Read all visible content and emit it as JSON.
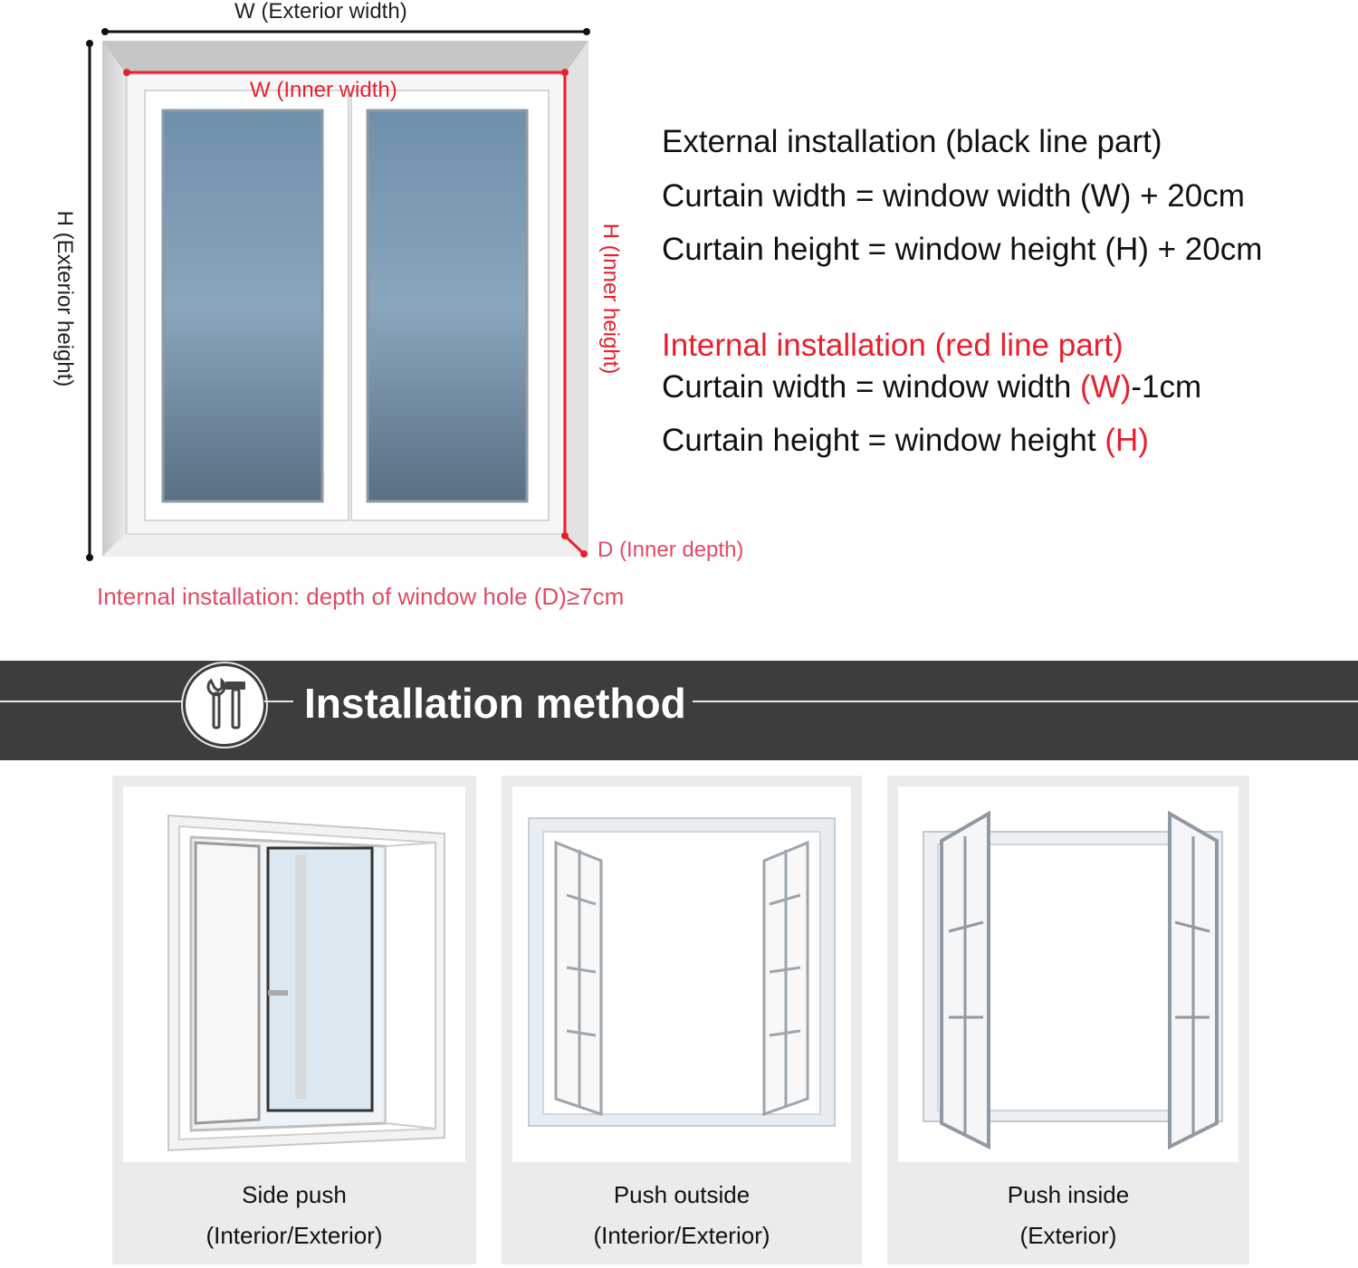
{
  "diagram": {
    "exterior_width": "W (Exterior width)",
    "inner_width": "W (Inner width)",
    "exterior_height": "H (Exterior height)",
    "inner_height": "H (Inner height)",
    "inner_depth": "D (Inner depth)",
    "depth_note": "Internal installation: depth of window hole (D)≥7cm"
  },
  "external": {
    "heading": "External installation (black line part)",
    "width_formula": "Curtain width = window width (W) + 20cm",
    "height_formula": "Curtain height = window height (H) + 20cm"
  },
  "internal": {
    "heading": "Internal installation (red line part)",
    "width_prefix": "Curtain width = window width ",
    "width_red": "(W)",
    "width_suffix": "-1cm",
    "height_prefix": "Curtain height = window height ",
    "height_red": "(H)"
  },
  "banner": {
    "title": "Installation method",
    "icon": "tools-icon"
  },
  "methods": [
    {
      "name": "Side push",
      "note": "(Interior/Exterior)",
      "icon": "sliding-window-icon"
    },
    {
      "name": "Push outside",
      "note": "(Interior/Exterior)",
      "icon": "outward-casement-window-icon"
    },
    {
      "name": "Push inside",
      "note": "(Exterior)",
      "icon": "inward-casement-window-icon"
    }
  ],
  "colors": {
    "red": "#e8202e",
    "pink": "#e24a63",
    "banner": "#3d3d3d",
    "glass": "#6f8aa2"
  }
}
